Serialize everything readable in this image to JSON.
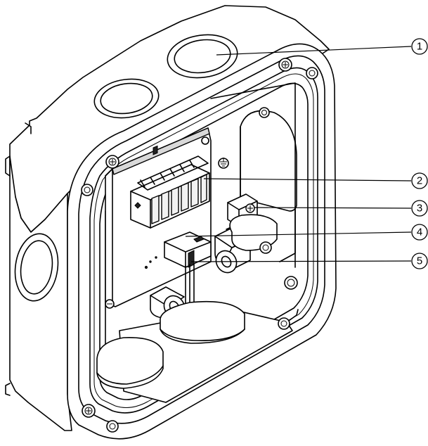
{
  "callouts": [
    {
      "number": "1",
      "target": "cable-gland"
    },
    {
      "number": "2",
      "target": "terminal-block"
    },
    {
      "number": "3",
      "target": "earth-clamp"
    },
    {
      "number": "4",
      "target": "jumper-connector"
    },
    {
      "number": "5",
      "target": "ribbon-cable"
    }
  ],
  "colors": {
    "stroke": "#000000",
    "background": "#ffffff",
    "shade": "#f2f2f2"
  }
}
